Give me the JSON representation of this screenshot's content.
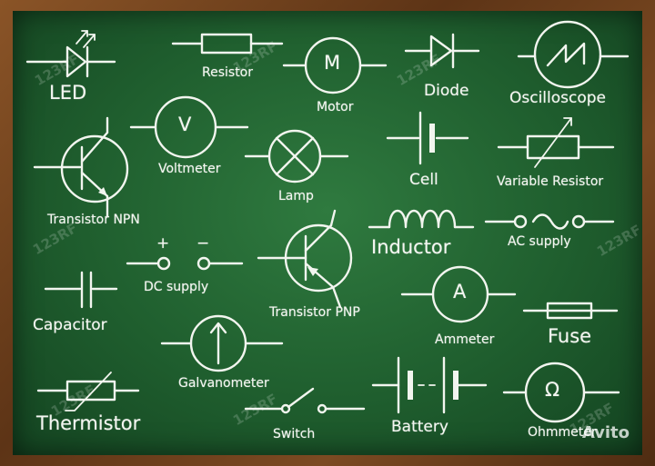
{
  "symbols": {
    "led": "LED",
    "resistor": "Resistor",
    "motor": "Motor",
    "motor_letter": "M",
    "diode": "Diode",
    "oscilloscope": "Oscilloscope",
    "voltmeter": "Voltmeter",
    "voltmeter_letter": "V",
    "lamp": "Lamp",
    "cell": "Cell",
    "variable_resistor": "Variable Resistor",
    "transistor_npn": "Transistor NPN",
    "inductor": "Inductor",
    "ac_supply": "AC supply",
    "dc_plus": "+",
    "dc_minus": "−",
    "dc_supply": "DC supply",
    "transistor_pnp": "Transistor PNP",
    "capacitor": "Capacitor",
    "ammeter": "Ammeter",
    "ammeter_letter": "A",
    "fuse": "Fuse",
    "galvanometer": "Galvanometer",
    "thermistor": "Thermistor",
    "switch": "Switch",
    "battery": "Battery",
    "ohmmeter": "Ohmmeter",
    "ohm_letter": "Ω"
  },
  "watermark": "123RF",
  "badge": "Avito"
}
